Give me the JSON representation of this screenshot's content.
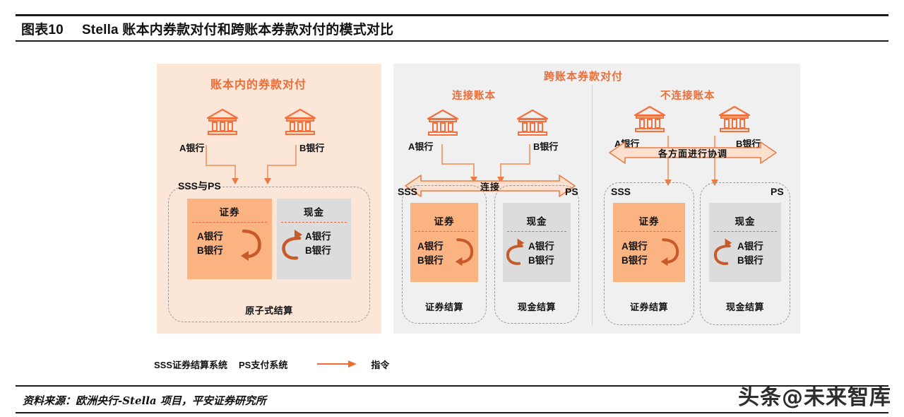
{
  "header": {
    "figure_number": "图表10",
    "title": "Stella 账本内券款对付和跨账本券款对付的模式对比"
  },
  "diagram": {
    "left_panel": {
      "title": "账本内的券款对付",
      "bank_a": "A银行",
      "bank_b": "B银行",
      "container_label": "SSS与PS",
      "container_footer": "原子式结算",
      "securities_box": {
        "title": "证券",
        "bank_a": "A银行",
        "bank_b": "B银行"
      },
      "cash_box": {
        "title": "现金",
        "bank_a": "A银行",
        "bank_b": "B银行"
      }
    },
    "right_panel": {
      "title": "跨账本券款对付",
      "connected": {
        "title": "连接账本",
        "bank_a": "A银行",
        "bank_b": "B银行",
        "arrow_label": "连接",
        "sss_label": "SSS",
        "ps_label": "PS",
        "sss_footer": "证券结算",
        "ps_footer": "现金结算",
        "securities_box": {
          "title": "证券",
          "bank_a": "A银行",
          "bank_b": "B银行"
        },
        "cash_box": {
          "title": "现金",
          "bank_a": "A银行",
          "bank_b": "B银行"
        }
      },
      "not_connected": {
        "title": "不连接账本",
        "bank_a": "A银行",
        "bank_b": "B银行",
        "arrow_label": "各方面进行协调",
        "sss_label": "SSS",
        "ps_label": "PS",
        "sss_footer": "证券结算",
        "ps_footer": "现金结算",
        "securities_box": {
          "title": "证券",
          "bank_a": "A银行",
          "bank_b": "B银行"
        },
        "cash_box": {
          "title": "现金",
          "bank_a": "A银行",
          "bank_b": "B银行"
        }
      }
    }
  },
  "legend": {
    "sss": "SSS证券结算系统",
    "ps": "PS支付系统",
    "arrow_label": "指令"
  },
  "footer": {
    "source": "资料来源：欧洲央行-Stella 项目，平安证券研究所",
    "watermark": "头条@未来智库"
  },
  "colors": {
    "accent_orange": "#ed6d37",
    "arrow_orange": "#ee7a43",
    "panel_left_bg": "#fce6d8",
    "panel_right_bg": "#f0f0f0",
    "securities_fill": "#fbb381",
    "cash_fill": "#dcdcdc",
    "curl_arrow": "#c85a2a"
  }
}
